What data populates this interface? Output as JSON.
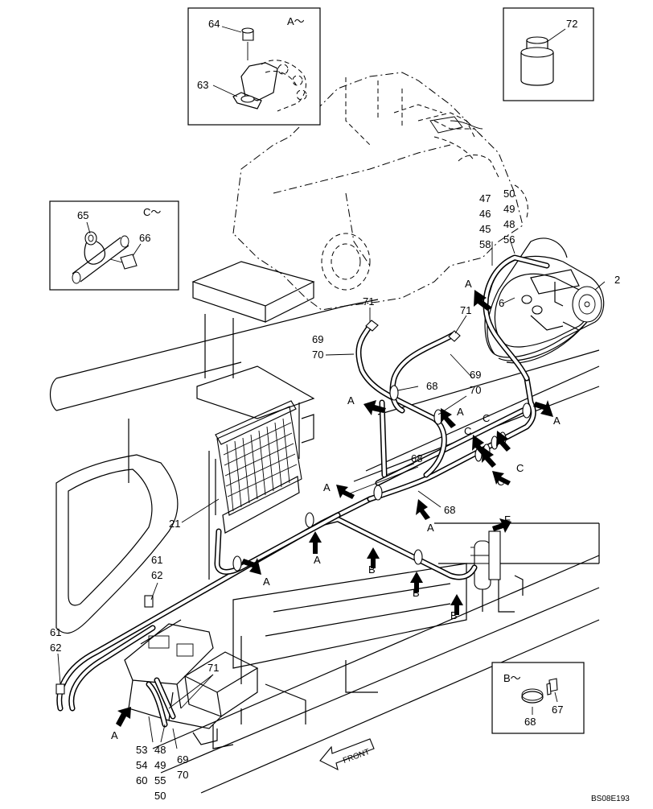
{
  "drawing_code": "BS08E193",
  "detail_boxes": {
    "a": {
      "title": "A～",
      "parts": [
        "64",
        "63"
      ]
    },
    "c": {
      "title": "C～",
      "parts": [
        "65",
        "66"
      ]
    },
    "b": {
      "title": "B～",
      "parts": [
        "68",
        "67"
      ]
    },
    "bottle": {
      "part": "72"
    }
  },
  "front_label": "FRONT",
  "callouts": [
    {
      "id": "c47",
      "text": "47"
    },
    {
      "id": "c46",
      "text": "46"
    },
    {
      "id": "c45",
      "text": "45"
    },
    {
      "id": "c58",
      "text": "58"
    },
    {
      "id": "c50",
      "text": "50"
    },
    {
      "id": "c49",
      "text": "49"
    },
    {
      "id": "c48",
      "text": "48"
    },
    {
      "id": "c56",
      "text": "56"
    },
    {
      "id": "c2",
      "text": "2"
    },
    {
      "id": "c6",
      "text": "6"
    },
    {
      "id": "c71a",
      "text": "71"
    },
    {
      "id": "c69a",
      "text": "69"
    },
    {
      "id": "c70a",
      "text": "70"
    },
    {
      "id": "c71b",
      "text": "71"
    },
    {
      "id": "c69b",
      "text": "69"
    },
    {
      "id": "c70b",
      "text": "70"
    },
    {
      "id": "c68a",
      "text": "68"
    },
    {
      "id": "c68b",
      "text": "68"
    },
    {
      "id": "c68c",
      "text": "68"
    },
    {
      "id": "c21",
      "text": "21"
    },
    {
      "id": "c61a",
      "text": "61"
    },
    {
      "id": "c62a",
      "text": "62"
    },
    {
      "id": "c61b",
      "text": "61"
    },
    {
      "id": "c62b",
      "text": "62"
    },
    {
      "id": "c71c",
      "text": "71"
    },
    {
      "id": "c53",
      "text": "53"
    },
    {
      "id": "c54",
      "text": "54"
    },
    {
      "id": "c60",
      "text": "60"
    },
    {
      "id": "c48b",
      "text": "48"
    },
    {
      "id": "c49b",
      "text": "49"
    },
    {
      "id": "c55",
      "text": "55"
    },
    {
      "id": "c50b",
      "text": "50"
    },
    {
      "id": "c69c",
      "text": "69"
    },
    {
      "id": "c70c",
      "text": "70"
    }
  ],
  "view_markers": [
    {
      "id": "m1",
      "text": "A"
    },
    {
      "id": "m2",
      "text": "A"
    },
    {
      "id": "m3",
      "text": "A"
    },
    {
      "id": "m4",
      "text": "A"
    },
    {
      "id": "m5",
      "text": "A"
    },
    {
      "id": "m6",
      "text": "A"
    },
    {
      "id": "m7",
      "text": "A"
    },
    {
      "id": "m8",
      "text": "A"
    },
    {
      "id": "m9",
      "text": "A"
    },
    {
      "id": "m10",
      "text": "A"
    },
    {
      "id": "m11",
      "text": "C"
    },
    {
      "id": "m12",
      "text": "C"
    },
    {
      "id": "m13",
      "text": "C"
    },
    {
      "id": "m14",
      "text": "C"
    },
    {
      "id": "m15",
      "text": "B"
    },
    {
      "id": "m16",
      "text": "B"
    },
    {
      "id": "m17",
      "text": "B"
    },
    {
      "id": "m18",
      "text": "F"
    }
  ]
}
